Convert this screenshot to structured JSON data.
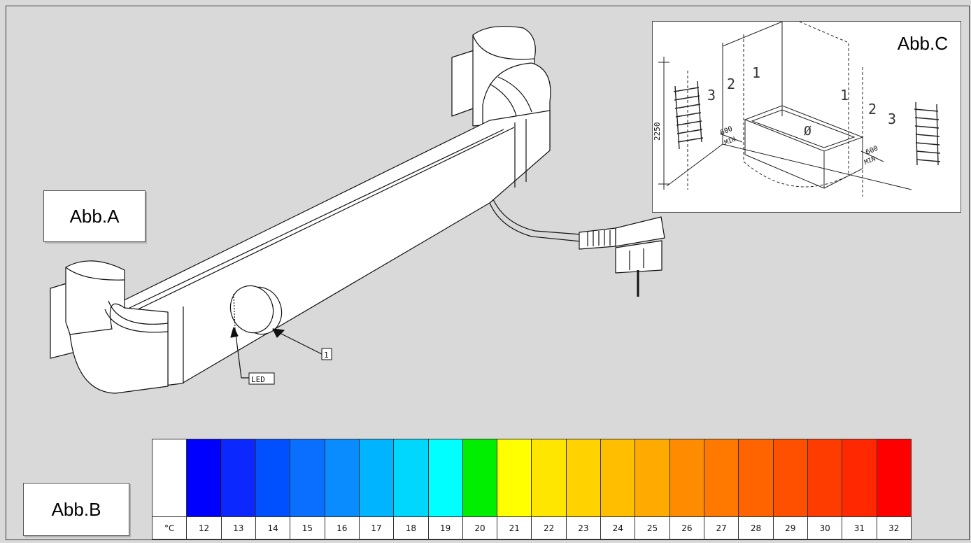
{
  "figure_a": {
    "label": "Abb.A",
    "callout_knob": "1",
    "callout_led": "LED"
  },
  "figure_b": {
    "label": "Abb.B",
    "unit": "°C",
    "scale": [
      {
        "t": "12",
        "color": "#0000ff"
      },
      {
        "t": "13",
        "color": "#0a28ff"
      },
      {
        "t": "14",
        "color": "#0050ff"
      },
      {
        "t": "15",
        "color": "#0a6eff"
      },
      {
        "t": "16",
        "color": "#0a8cff"
      },
      {
        "t": "17",
        "color": "#00b4ff"
      },
      {
        "t": "18",
        "color": "#00d7ff"
      },
      {
        "t": "19",
        "color": "#00ffff"
      },
      {
        "t": "20",
        "color": "#00ee00"
      },
      {
        "t": "21",
        "color": "#ffff00"
      },
      {
        "t": "22",
        "color": "#ffe600"
      },
      {
        "t": "23",
        "color": "#ffd200"
      },
      {
        "t": "24",
        "color": "#ffbe00"
      },
      {
        "t": "25",
        "color": "#ffaa00"
      },
      {
        "t": "26",
        "color": "#ff8c00"
      },
      {
        "t": "27",
        "color": "#ff7800"
      },
      {
        "t": "28",
        "color": "#ff6400"
      },
      {
        "t": "29",
        "color": "#ff5000"
      },
      {
        "t": "30",
        "color": "#ff3c00"
      },
      {
        "t": "31",
        "color": "#ff2800"
      },
      {
        "t": "32",
        "color": "#ff0000"
      }
    ]
  },
  "figure_c": {
    "label": "Abb.C",
    "height_dim": "2250",
    "zone_1": "1",
    "zone_2": "2",
    "zone_3": "3",
    "zone_0": "Ø",
    "min_dist": "600",
    "min_label": "MIN"
  }
}
